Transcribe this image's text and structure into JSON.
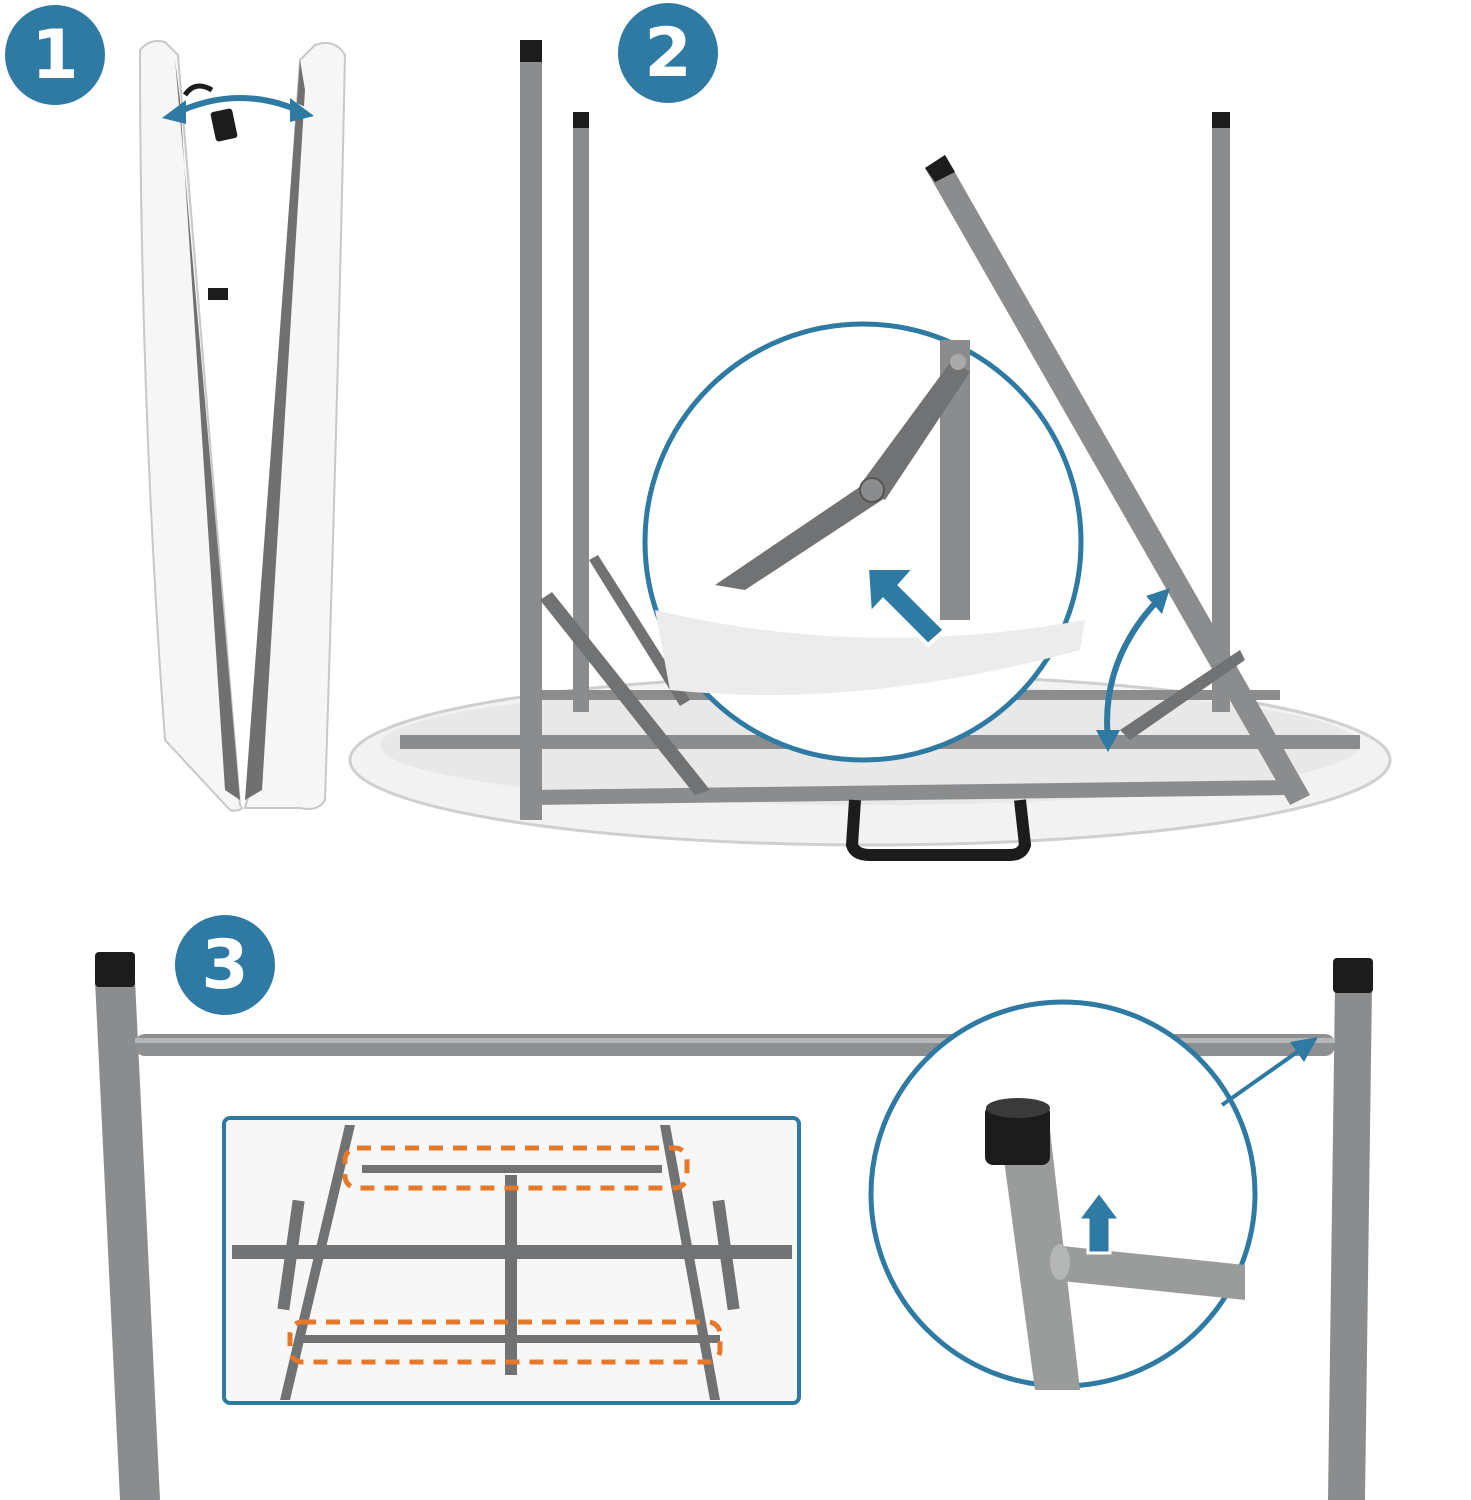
{
  "diagram": {
    "title": "",
    "colors": {
      "accent_blue": "#2e7aa3",
      "frame_gray": "#8a8c8e",
      "frame_dark": "#6b6d6f",
      "cap_black": "#1c1c1c",
      "tabletop_white": "#f4f4f4",
      "highlight_orange": "#e6782a"
    },
    "steps": [
      {
        "number": "1",
        "description_icon": "folded-table-unlatch-arrow-icon"
      },
      {
        "number": "2",
        "description_icon": "unfold-legs-lock-brace-icon"
      },
      {
        "number": "3",
        "description_icon": "insert-crossbar-leg-cap-icon"
      }
    ]
  }
}
